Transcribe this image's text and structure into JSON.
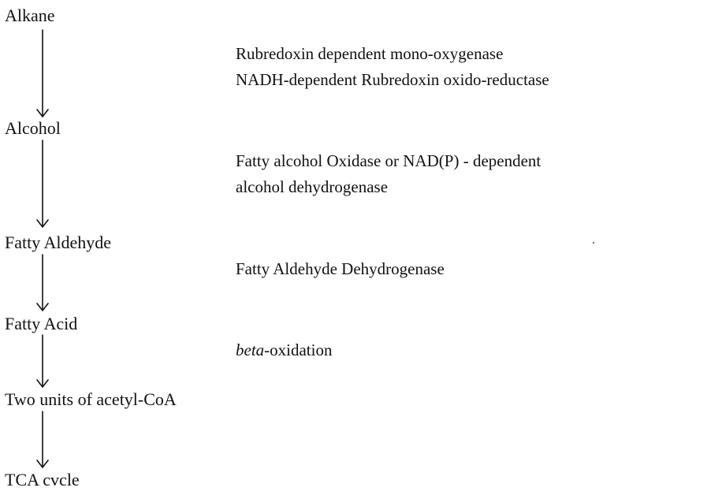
{
  "pathway": {
    "nodes": [
      {
        "id": "alkane",
        "label": "Alkane"
      },
      {
        "id": "alcohol",
        "label": "Alcohol"
      },
      {
        "id": "fatty-aldehyde",
        "label": "Fatty Aldehyde"
      },
      {
        "id": "fatty-acid",
        "label": "Fatty Acid"
      },
      {
        "id": "acetyl-coa",
        "label": "Two units of acetyl-CoA"
      },
      {
        "id": "tca",
        "label": "TCA cvcle"
      }
    ],
    "enzymes": {
      "step1_line1": "Rubredoxin dependent mono-oxygenase",
      "step1_line2": "NADH-dependent Rubredoxin oxido-reductase",
      "step2_line1": "Fatty alcohol Oxidase or NAD(P) - dependent",
      "step2_line2": "alcohol dehydrogenase",
      "step3_line1": "Fatty Aldehyde Dehydrogenase",
      "step4_prefix": "beta",
      "step4_suffix": "-oxidation"
    }
  }
}
